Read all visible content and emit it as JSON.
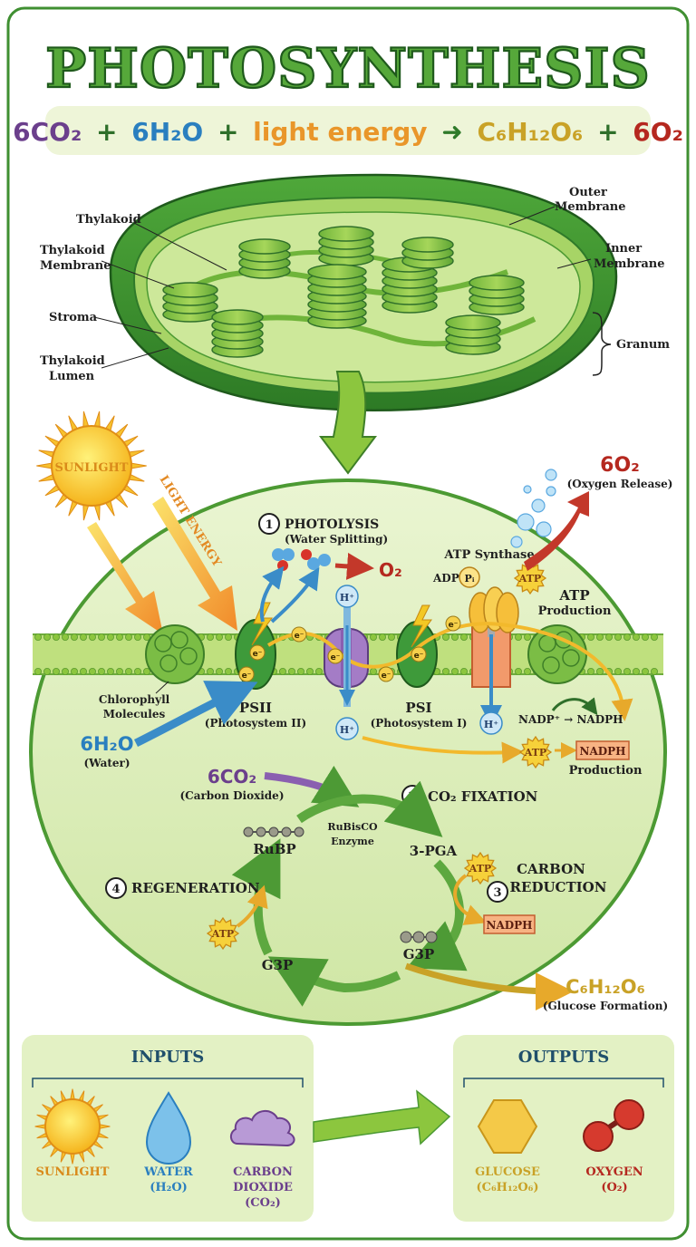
{
  "title": "PHOTOSYNTHESIS",
  "equation": {
    "co2": "6CO₂",
    "plus1": "+",
    "h2o": "6H₂O",
    "plus2": "+",
    "light": "light energy",
    "glucose": "C₆H₁₂O₆",
    "plus3": "+",
    "o2": "6O₂"
  },
  "chloroplast": {
    "thylakoid": "Thylakoid",
    "thylakoid_membrane_1": "Thylakoid",
    "thylakoid_membrane_2": "Membrane",
    "stroma": "Stroma",
    "thylakoid_lumen_1": "Thylakoid",
    "thylakoid_lumen_2": "Lumen",
    "outer_membrane_1": "Outer",
    "outer_membrane_2": "Membrane",
    "inner_membrane_1": "Inner",
    "inner_membrane_2": "Membrane",
    "granum": "Granum"
  },
  "light_reactions": {
    "sunlight": "SUNLIGHT",
    "light_energy": "LIGHT ENERGY",
    "step1_num": "1",
    "photolysis": "PHOTOLYSIS",
    "photolysis_sub": "(Water Splitting)",
    "o2": "O₂",
    "o2_release": "6O₂",
    "o2_release_sub": "(Oxygen Release)",
    "atp_synthase": "ATP Synthase",
    "adp": "ADP",
    "pi": "Pᵢ",
    "atp": "ATP",
    "atp_production_1": "ATP",
    "atp_production_2": "Production",
    "chlorophyll_1": "Chlorophyll",
    "chlorophyll_2": "Molecules",
    "psii": "PSII",
    "psii_sub": "(Photosystem II)",
    "psi": "PSI",
    "psi_sub": "(Photosystem I)",
    "water": "6H₂O",
    "water_sub": "(Water)",
    "hplus": "H⁺",
    "electron": "e⁻",
    "nadp": "NADP⁺ → NADPH",
    "nadph": "NADPH",
    "nadph_production": "Production"
  },
  "calvin_cycle": {
    "co2": "6CO₂",
    "co2_sub": "(Carbon Dioxide)",
    "step2_num": "2",
    "co2_fixation": "CO₂ FIXATION",
    "rubisco_1": "RuBisCO",
    "rubisco_2": "Enzyme",
    "rubp": "RuBP",
    "pga": "3-PGA",
    "step3_num": "3",
    "carbon_reduction_1": "CARBON",
    "carbon_reduction_2": "REDUCTION",
    "atp": "ATP",
    "nadph": "NADPH",
    "step4_num": "4",
    "regeneration": "REGENERATION",
    "g3p_left": "G3P",
    "g3p_right": "G3P",
    "glucose": "C₆H₁₂O₆",
    "glucose_sub": "(Glucose Formation)"
  },
  "inputs": {
    "heading": "INPUTS",
    "sunlight": "SUNLIGHT",
    "water": "WATER",
    "water_sub": "(H₂O)",
    "co2_1": "CARBON",
    "co2_2": "DIOXIDE",
    "co2_3": "(CO₂)"
  },
  "outputs": {
    "heading": "OUTPUTS",
    "glucose": "GLUCOSE",
    "glucose_sub": "(C₆H₁₂O₆)",
    "oxygen": "OXYGEN",
    "oxygen_sub": "(O₂)"
  },
  "colors": {
    "title_green": "#3e8e2a",
    "purple": "#6b3f8c",
    "blue": "#2a7fbf",
    "orange": "#e9962a",
    "gold": "#c9a227",
    "red": "#b5281f",
    "dark_green": "#2f7a2a",
    "leaf": "#8cc63e",
    "cell_bg": "#d9ecb4"
  }
}
